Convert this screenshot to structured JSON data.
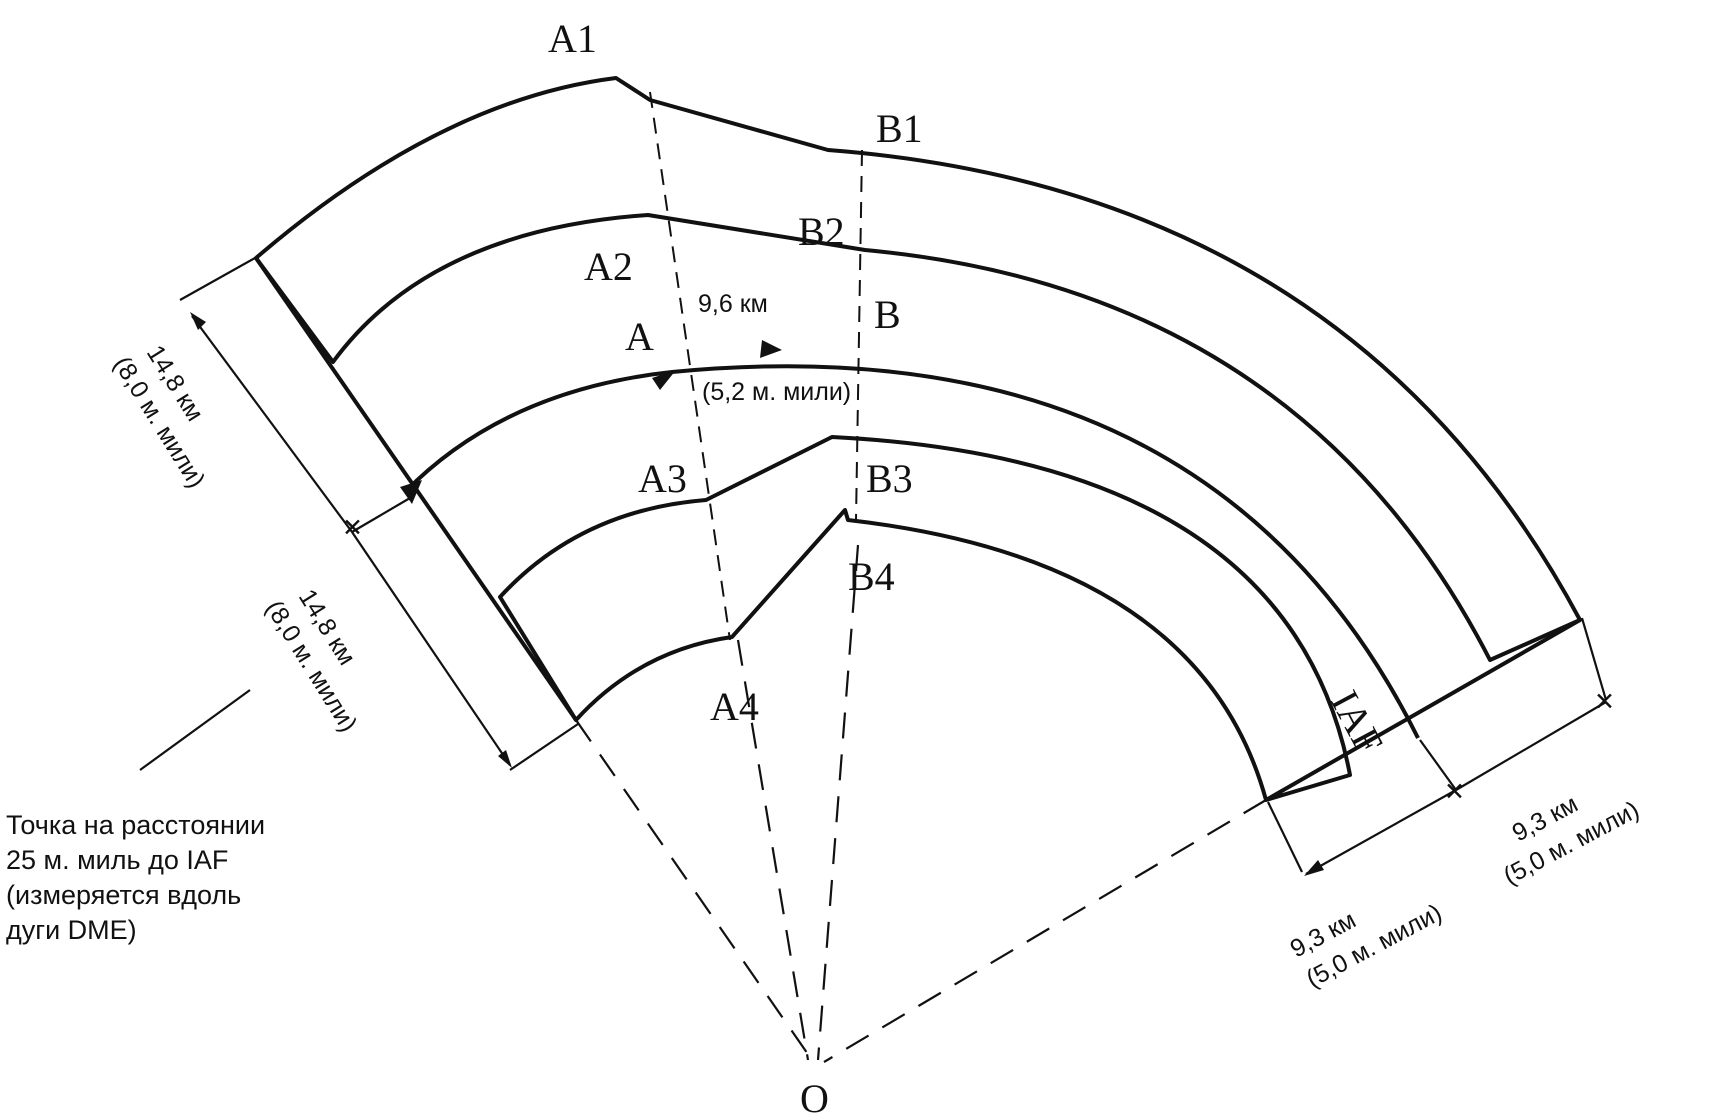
{
  "points": {
    "a1": "A1",
    "b1": "B1",
    "a2": "A2",
    "b2": "B2",
    "a": "A",
    "b": "B",
    "a3": "A3",
    "b3": "B3",
    "a4": "A4",
    "b4": "B4",
    "o": "O",
    "iaf": "IAF"
  },
  "dimensions": {
    "ab_km": "9,6 км",
    "ab_nm": "(5,2 м. мили)",
    "upper_km": "14,8 км",
    "upper_nm": "(8,0 м. мили)",
    "lower_km": "14,8 км",
    "lower_nm": "(8,0 м. мили)",
    "right_km": "9,3 км",
    "right_nm": "(5,0 м. мили)",
    "bottom_km": "9,3 км",
    "bottom_nm": "(5,0 м. мили)"
  },
  "note": {
    "line1": "Точка на расстоянии",
    "line2": "25 м. миль до IAF",
    "line3": "(измеряется вдоль",
    "line4": "дуги DME)"
  }
}
